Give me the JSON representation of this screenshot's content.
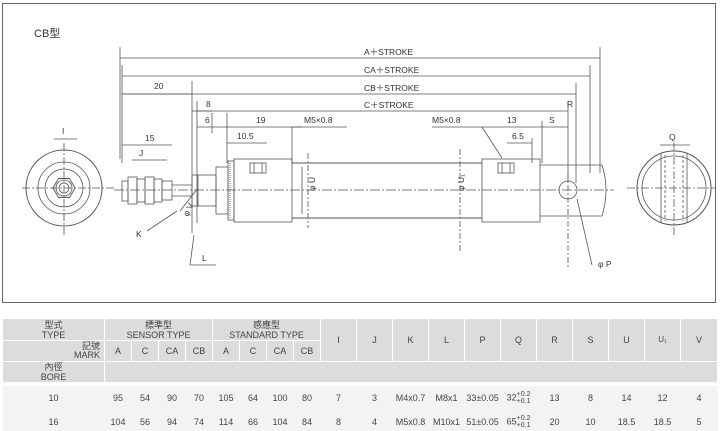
{
  "drawing": {
    "title": "CB型",
    "dimensions": {
      "a_stroke": "A＋STROKE",
      "ca_stroke": "CA＋STROKE",
      "cb_stroke": "CB＋STROKE",
      "c_stroke": "C＋STROKE",
      "d20": "20",
      "d8": "8",
      "d6": "6",
      "d19": "19",
      "d10_5": "10.5",
      "d15": "15",
      "m5_left": "M5×0.8",
      "m5_right": "M5×0.8",
      "d13": "13",
      "d6_5": "6.5"
    },
    "labels": {
      "r": "R",
      "s": "S",
      "i": "I",
      "j": "J",
      "k": "K",
      "l": "L",
      "q": "Q",
      "phi_v": "φ V",
      "phi_u": "φ U",
      "phi_u1": "φ U₁",
      "phi_p": "φ P"
    }
  },
  "table": {
    "header": {
      "type": "型式\nTYPE",
      "sensor": "標準型\nSENSOR TYPE",
      "standard": "感應型\nSTANDARD TYPE",
      "mark": "記號\nMARK",
      "bore": "內徑\nBORE",
      "sensor_cols": [
        "A",
        "C",
        "CA",
        "CB"
      ],
      "standard_cols": [
        "A",
        "C",
        "CA",
        "CB"
      ],
      "other_cols": [
        "I",
        "J",
        "K",
        "L",
        "P",
        "Q",
        "R",
        "S",
        "U",
        "U₁",
        "V"
      ]
    },
    "rows": [
      {
        "bore": "10",
        "sensor": [
          "95",
          "54",
          "90",
          "70"
        ],
        "standard": [
          "105",
          "64",
          "100",
          "80"
        ],
        "i": "7",
        "j": "3",
        "k": "M4x0.7",
        "l": "M8x1",
        "p": "33±0.05",
        "q": "32",
        "q_tol_plus": "+0.2",
        "q_tol_minus": "+0.1",
        "r": "13",
        "s": "8",
        "u": "14",
        "u1": "12",
        "v": "4"
      },
      {
        "bore": "16",
        "sensor": [
          "104",
          "56",
          "94",
          "74"
        ],
        "standard": [
          "114",
          "66",
          "104",
          "84"
        ],
        "i": "8",
        "j": "4",
        "k": "M5x0.8",
        "l": "M10x1",
        "p": "51±0.05",
        "q": "65",
        "q_tol_plus": "+0.2",
        "q_tol_minus": "+0.1",
        "r": "20",
        "s": "10",
        "u": "18.5",
        "u1": "18.5",
        "v": "5"
      }
    ]
  }
}
